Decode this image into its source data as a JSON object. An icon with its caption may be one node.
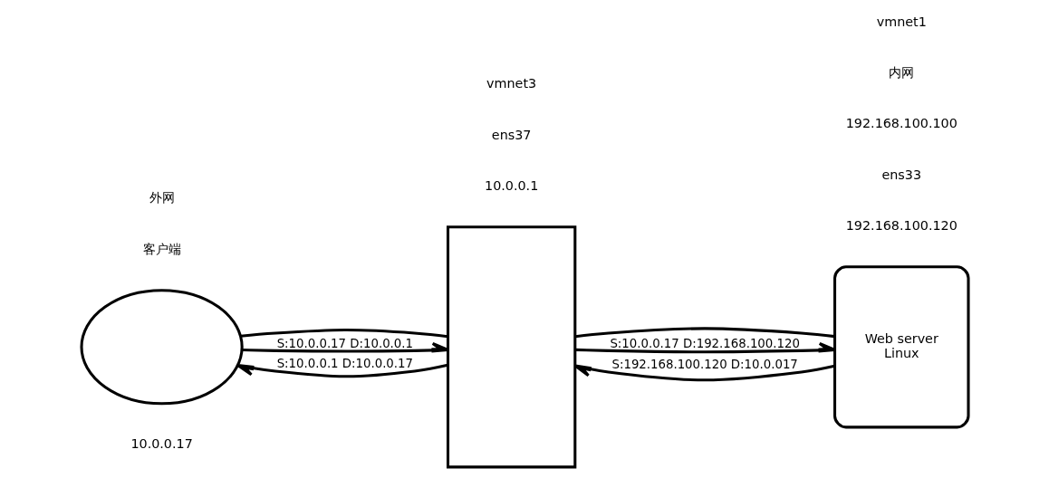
{
  "diagram": {
    "nodes": [
      {
        "text": [],
        "shape": "circle"
      },
      {
        "text": [],
        "shape": "box"
      },
      {
        "text": [
          "Web server",
          "Linux"
        ]
      }
    ],
    "edges": [
      {
        "from": 0,
        "to": 1,
        "arrow": "none"
      },
      {
        "from": 1,
        "to": 2,
        "arrow": "none"
      },
      {
        "from": 0,
        "to": 1,
        "arrow": "to",
        "label": "S:10.0.0.17 D:10.0.0.1"
      },
      {
        "from": 1,
        "to": 0,
        "arrow": "to",
        "label": "S:10.0.0.1 D:10.0.0.17"
      },
      {
        "from": 1,
        "to": 2,
        "arrow": "to",
        "label": "S:10.0.0.17 D:192.168.100.120"
      },
      {
        "from": 2,
        "to": 1,
        "arrow": "to",
        "label": "S:192.168.100.120 D:10.0.017"
      }
    ],
    "labels": [
      "外网",
      "客户端",
      "vmnet3",
      "ens37",
      "10.0.0.1",
      "10.0.0.17",
      "vmnet1",
      "内网",
      "192.168.100.100",
      "ens33",
      "192.168.100.120"
    ]
  }
}
